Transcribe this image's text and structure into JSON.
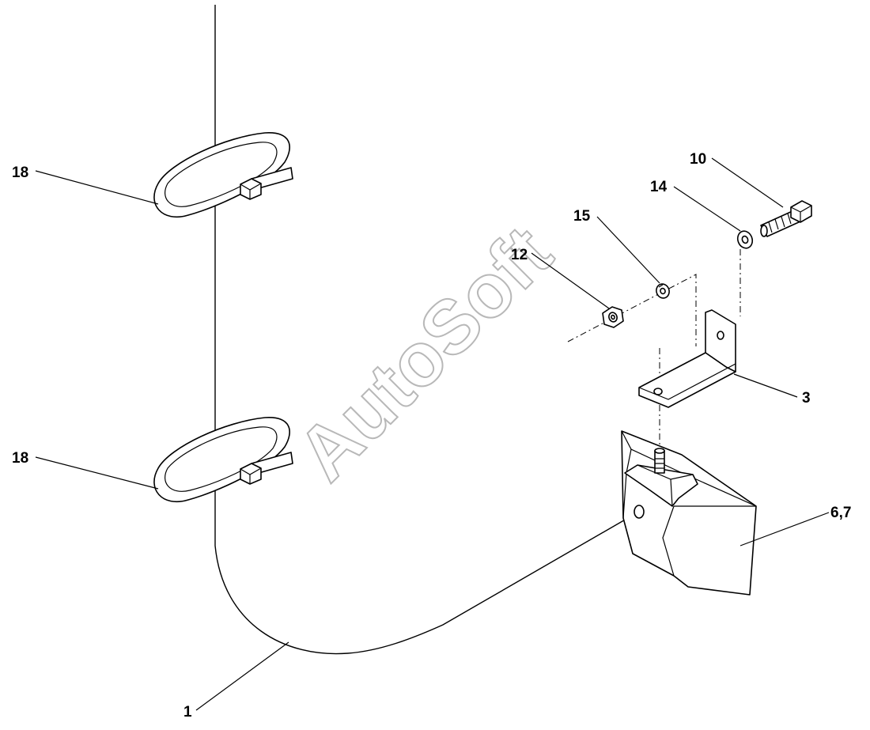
{
  "watermark": "AutoSoft",
  "callouts": {
    "c18a": "18",
    "c18b": "18",
    "c10": "10",
    "c14": "14",
    "c15": "15",
    "c12": "12",
    "c3": "3",
    "c67": "6,7",
    "c1": "1"
  }
}
